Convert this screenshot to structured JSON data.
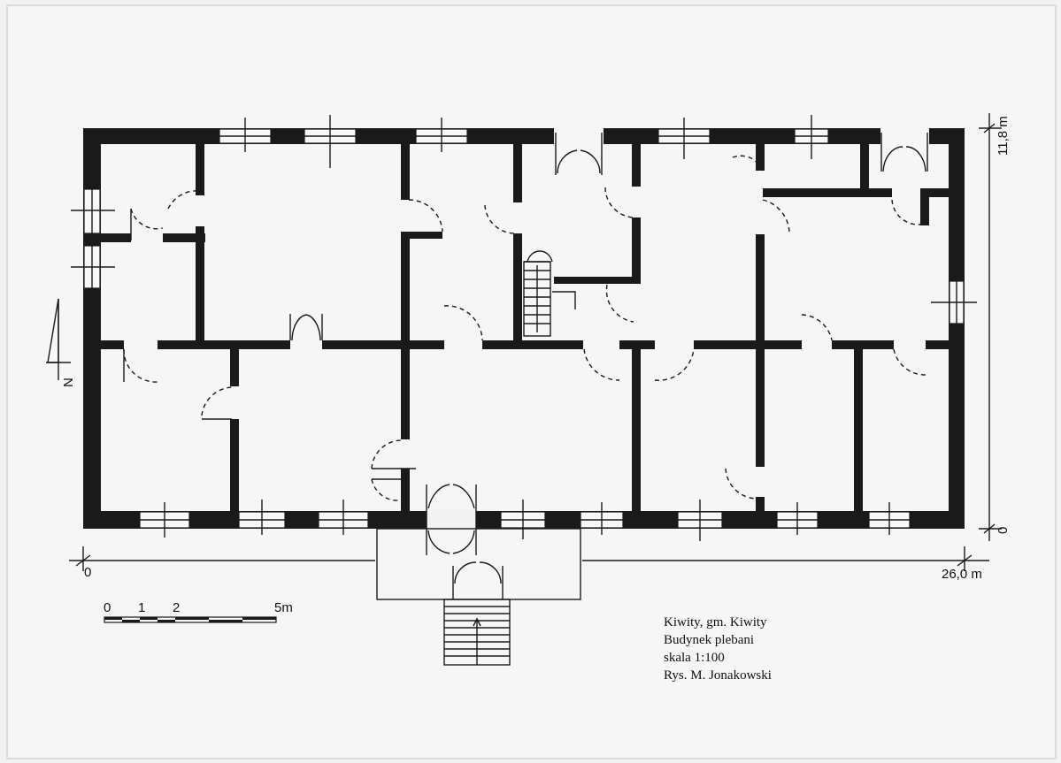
{
  "dimensions": {
    "width_label": "26,0 m",
    "height_label": "11,8 m",
    "origin_x_label": "0",
    "origin_y_label": "0"
  },
  "scale_bar": {
    "ticks": [
      "0",
      "1",
      "2",
      "5m"
    ]
  },
  "north_arrow": {
    "label": "N"
  },
  "caption": {
    "line1": "Kiwity, gm. Kiwity",
    "line2": "Budynek plebani",
    "line3": "skala 1:100",
    "line4": "Rys. M. Jonakowski"
  },
  "colors": {
    "wall": "#1a1a1a",
    "paper": "#f2f2f2"
  }
}
